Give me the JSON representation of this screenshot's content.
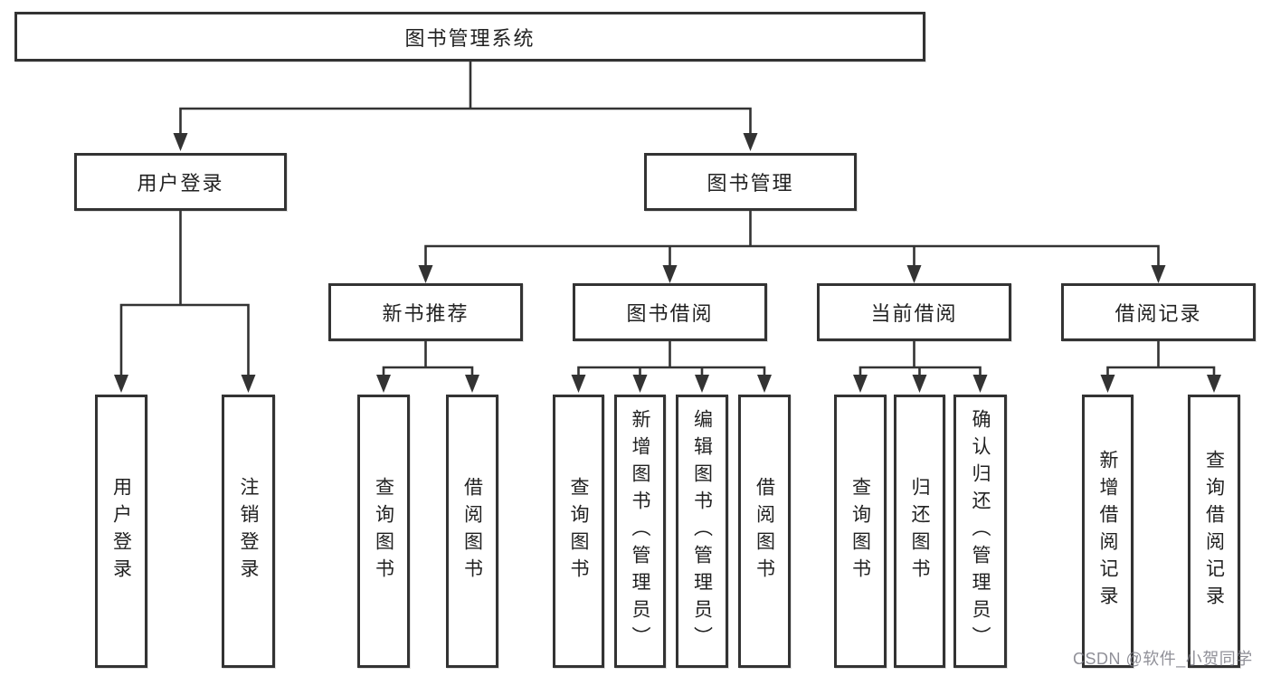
{
  "diagram": {
    "type": "tree",
    "title": "图书管理系统",
    "root": {
      "label": "图书管理系统",
      "children": [
        {
          "label": "用户登录",
          "children": [
            {
              "label": "用户登录"
            },
            {
              "label": "注销登录"
            }
          ]
        },
        {
          "label": "图书管理",
          "children": [
            {
              "label": "新书推荐",
              "children": [
                {
                  "label": "查询图书"
                },
                {
                  "label": "借阅图书"
                }
              ]
            },
            {
              "label": "图书借阅",
              "children": [
                {
                  "label": "查询图书"
                },
                {
                  "label": "新增图书（管理员）"
                },
                {
                  "label": "编辑图书（管理员）"
                },
                {
                  "label": "借阅图书"
                }
              ]
            },
            {
              "label": "当前借阅",
              "children": [
                {
                  "label": "查询图书"
                },
                {
                  "label": "归还图书"
                },
                {
                  "label": "确认归还（管理员）"
                }
              ]
            },
            {
              "label": "借阅记录",
              "children": [
                {
                  "label": "新增借阅记录"
                },
                {
                  "label": "查询借阅记录"
                }
              ]
            }
          ]
        }
      ]
    },
    "colors": {
      "line": "#333333",
      "text": "#222222",
      "background": "#ffffff",
      "watermark": "#7d7d86"
    }
  },
  "watermark": {
    "text": "CSDN @软件_小贺同学"
  }
}
